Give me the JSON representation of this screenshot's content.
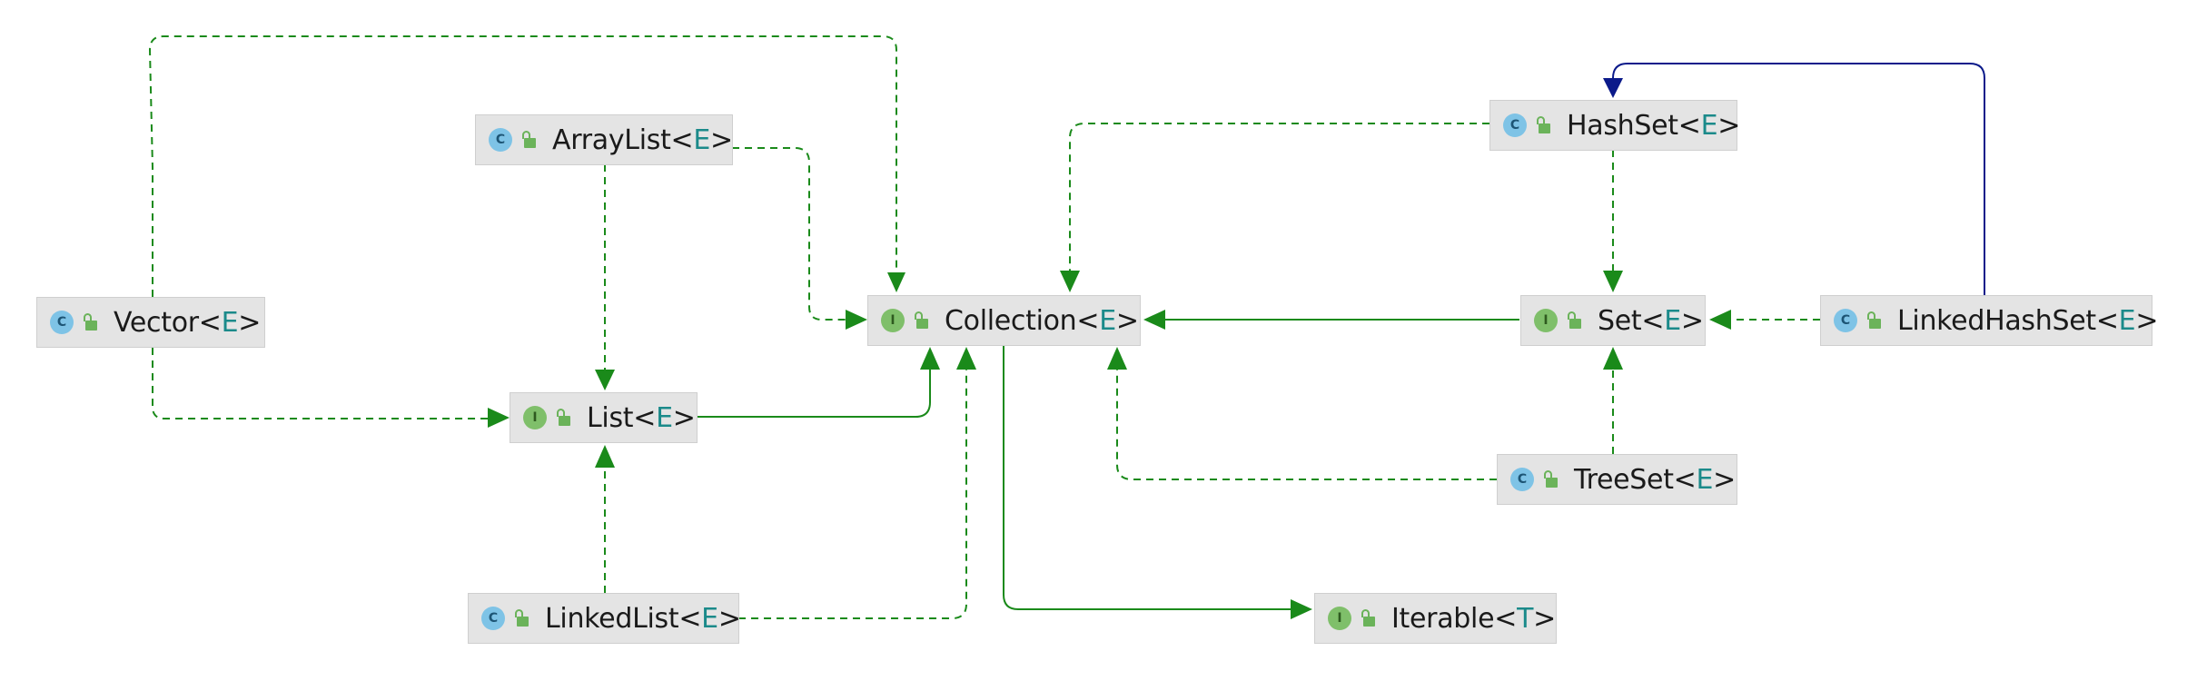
{
  "colors": {
    "background": "#ffffff",
    "node_fill": "#e4e4e4",
    "class_icon": "#7ec3e6",
    "interface_icon": "#7fbf6a",
    "extends_edge": "#1a8a1a",
    "implements_edge": "#1a8a1a",
    "class_extends_edge": "#0b1a8a",
    "type_param": "#1b8a8a"
  },
  "icons": {
    "class_kind": "class-icon",
    "interface_kind": "interface-icon",
    "visibility": "public-lock-icon"
  },
  "nodes": [
    {
      "id": "arraylist",
      "kind": "C",
      "name": "ArrayList",
      "lt": "<",
      "param": "E",
      "gt": ">"
    },
    {
      "id": "vector",
      "kind": "C",
      "name": "Vector",
      "lt": "<",
      "param": "E",
      "gt": ">"
    },
    {
      "id": "list",
      "kind": "I",
      "name": "List",
      "lt": "<",
      "param": "E",
      "gt": ">"
    },
    {
      "id": "linkedlist",
      "kind": "C",
      "name": "LinkedList",
      "lt": "<",
      "param": "E",
      "gt": ">"
    },
    {
      "id": "collection",
      "kind": "I",
      "name": "Collection",
      "lt": "<",
      "param": "E",
      "gt": ">"
    },
    {
      "id": "iterable",
      "kind": "I",
      "name": "Iterable",
      "lt": "<",
      "param": "T",
      "gt": ">"
    },
    {
      "id": "hashset",
      "kind": "C",
      "name": "HashSet",
      "lt": "<",
      "param": "E",
      "gt": ">"
    },
    {
      "id": "set",
      "kind": "I",
      "name": "Set",
      "lt": "<",
      "param": "E",
      "gt": ">"
    },
    {
      "id": "treeset",
      "kind": "C",
      "name": "TreeSet",
      "lt": "<",
      "param": "E",
      "gt": ">"
    },
    {
      "id": "linkedhashset",
      "kind": "C",
      "name": "LinkedHashSet",
      "lt": "<",
      "param": "E",
      "gt": ">"
    }
  ],
  "edges": [
    {
      "from": "vector",
      "to": "collection",
      "type": "implements"
    },
    {
      "from": "vector",
      "to": "list",
      "type": "implements"
    },
    {
      "from": "arraylist",
      "to": "collection",
      "type": "implements"
    },
    {
      "from": "arraylist",
      "to": "list",
      "type": "implements"
    },
    {
      "from": "list",
      "to": "collection",
      "type": "extends"
    },
    {
      "from": "linkedlist",
      "to": "list",
      "type": "implements"
    },
    {
      "from": "linkedlist",
      "to": "collection",
      "type": "implements"
    },
    {
      "from": "collection",
      "to": "iterable",
      "type": "extends"
    },
    {
      "from": "hashset",
      "to": "collection",
      "type": "implements"
    },
    {
      "from": "hashset",
      "to": "set",
      "type": "implements"
    },
    {
      "from": "set",
      "to": "collection",
      "type": "extends"
    },
    {
      "from": "treeset",
      "to": "set",
      "type": "implements"
    },
    {
      "from": "treeset",
      "to": "collection",
      "type": "implements"
    },
    {
      "from": "linkedhashset",
      "to": "set",
      "type": "implements"
    },
    {
      "from": "linkedhashset",
      "to": "hashset",
      "type": "class-extends"
    }
  ]
}
